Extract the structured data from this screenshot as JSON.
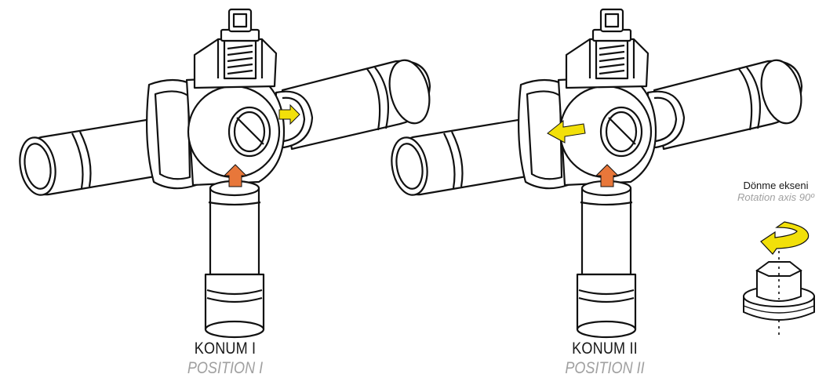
{
  "positions": [
    {
      "label_tr": "KONUM I",
      "label_en": "POSITION I"
    },
    {
      "label_tr": "KONUM II",
      "label_en": "POSITION II"
    }
  ],
  "rotation": {
    "label_tr": "Dönme ekseni",
    "label_en": "Rotation axis 90º"
  },
  "colors": {
    "line": "#111111",
    "flow_in": "#e8773a",
    "flow_out": "#f2e00a",
    "rotate_arrow": "#f2e00a"
  }
}
